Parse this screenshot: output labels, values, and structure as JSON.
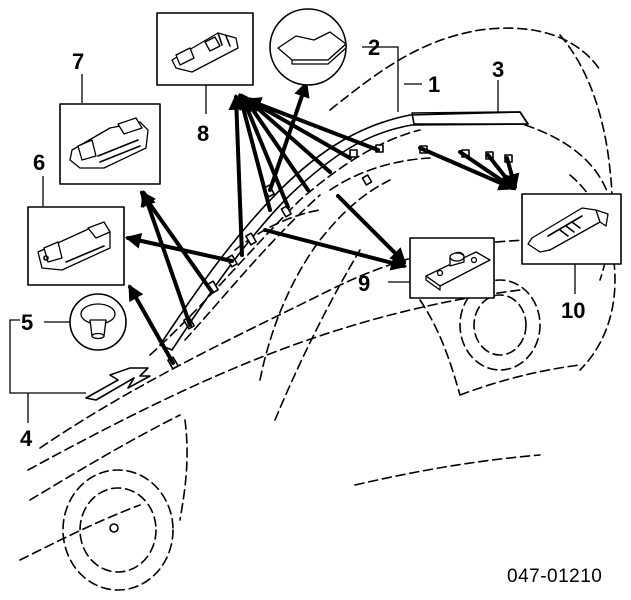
{
  "callouts": {
    "c1": "1",
    "c2": "2",
    "c3": "3",
    "c4": "4",
    "c5": "5",
    "c6": "6",
    "c7": "7",
    "c8": "8",
    "c9": "9",
    "c10": "10"
  },
  "diagram_code": "047-01210"
}
